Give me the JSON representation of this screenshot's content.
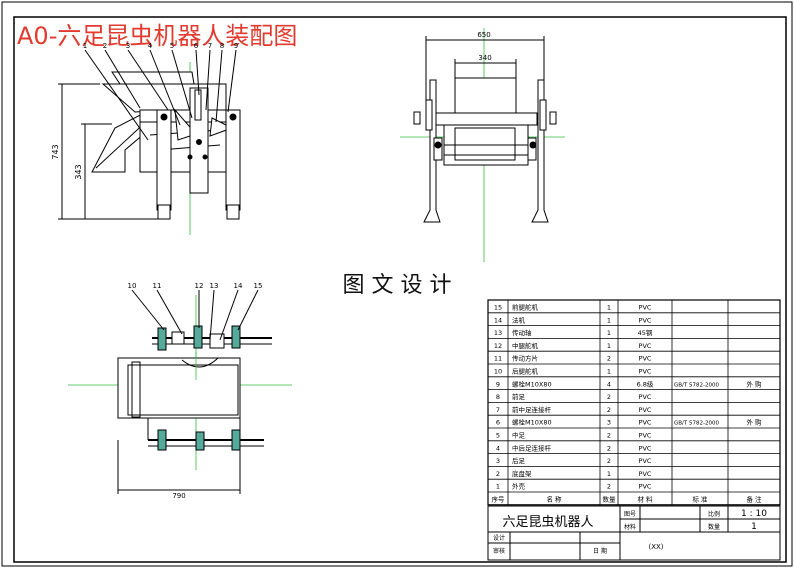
{
  "drawing": {
    "title": "A0-六足昆虫机器人装配图",
    "watermark": "图 文 设 计",
    "front_view": {
      "callouts": [
        "1",
        "2",
        "3",
        "4",
        "5",
        "6",
        "7",
        "8",
        "9"
      ],
      "dims": {
        "height_total": "743",
        "height_inner": "343"
      }
    },
    "side_view": {
      "dims": {
        "width_total": "650",
        "width_inner": "340"
      }
    },
    "top_view": {
      "callouts": [
        "10",
        "11",
        "12",
        "13",
        "14",
        "15"
      ],
      "dims": {
        "width_total": "790"
      }
    }
  },
  "bom": {
    "headers": {
      "seq": "序号",
      "name": "名   称",
      "qty": "数量",
      "material": "材   料",
      "standard": "标   准",
      "note": "备   注"
    },
    "rows": [
      {
        "no": "15",
        "name": "前腿舵机",
        "qty": "1",
        "material": "PVC",
        "standard": "",
        "note": ""
      },
      {
        "no": "14",
        "name": "法机",
        "qty": "1",
        "material": "PVC",
        "standard": "",
        "note": ""
      },
      {
        "no": "13",
        "name": "传动轴",
        "qty": "1",
        "material": "45钢",
        "standard": "",
        "note": ""
      },
      {
        "no": "12",
        "name": "中腿舵机",
        "qty": "1",
        "material": "PVC",
        "standard": "",
        "note": ""
      },
      {
        "no": "11",
        "name": "传动方片",
        "qty": "2",
        "material": "PVC",
        "standard": "",
        "note": ""
      },
      {
        "no": "10",
        "name": "后腿舵机",
        "qty": "1",
        "material": "PVC",
        "standard": "",
        "note": ""
      },
      {
        "no": "9",
        "name": "螺栓M10X80",
        "qty": "4",
        "material": "6.8级",
        "standard": "GB/T 5782-2000",
        "note": "外  购"
      },
      {
        "no": "8",
        "name": "前足",
        "qty": "2",
        "material": "PVC",
        "standard": "",
        "note": ""
      },
      {
        "no": "7",
        "name": "前中足连接杆",
        "qty": "2",
        "material": "PVC",
        "standard": "",
        "note": ""
      },
      {
        "no": "6",
        "name": "螺栓M10X80",
        "qty": "3",
        "material": "PVC",
        "standard": "GB/T 5782-2000",
        "note": "外  购"
      },
      {
        "no": "5",
        "name": "中足",
        "qty": "2",
        "material": "PVC",
        "standard": "",
        "note": ""
      },
      {
        "no": "4",
        "name": "中后足连接杆",
        "qty": "2",
        "material": "PVC",
        "standard": "",
        "note": ""
      },
      {
        "no": "3",
        "name": "后足",
        "qty": "2",
        "material": "PVC",
        "standard": "",
        "note": ""
      },
      {
        "no": "2",
        "name": "底盘架",
        "qty": "1",
        "material": "PVC",
        "standard": "",
        "note": ""
      },
      {
        "no": "1",
        "name": "外壳",
        "qty": "2",
        "material": "PVC",
        "standard": "",
        "note": ""
      }
    ]
  },
  "title_block": {
    "name": "六足昆虫机器人",
    "label_drawing_no": "图号",
    "label_scale": "比例",
    "scale": "1 : 10",
    "label_material": "材料",
    "label_quantity": "数量",
    "quantity": "1",
    "label_designer": "设计",
    "label_reviewer": "审核",
    "label_date": "日 期",
    "company": "(XX)"
  }
}
